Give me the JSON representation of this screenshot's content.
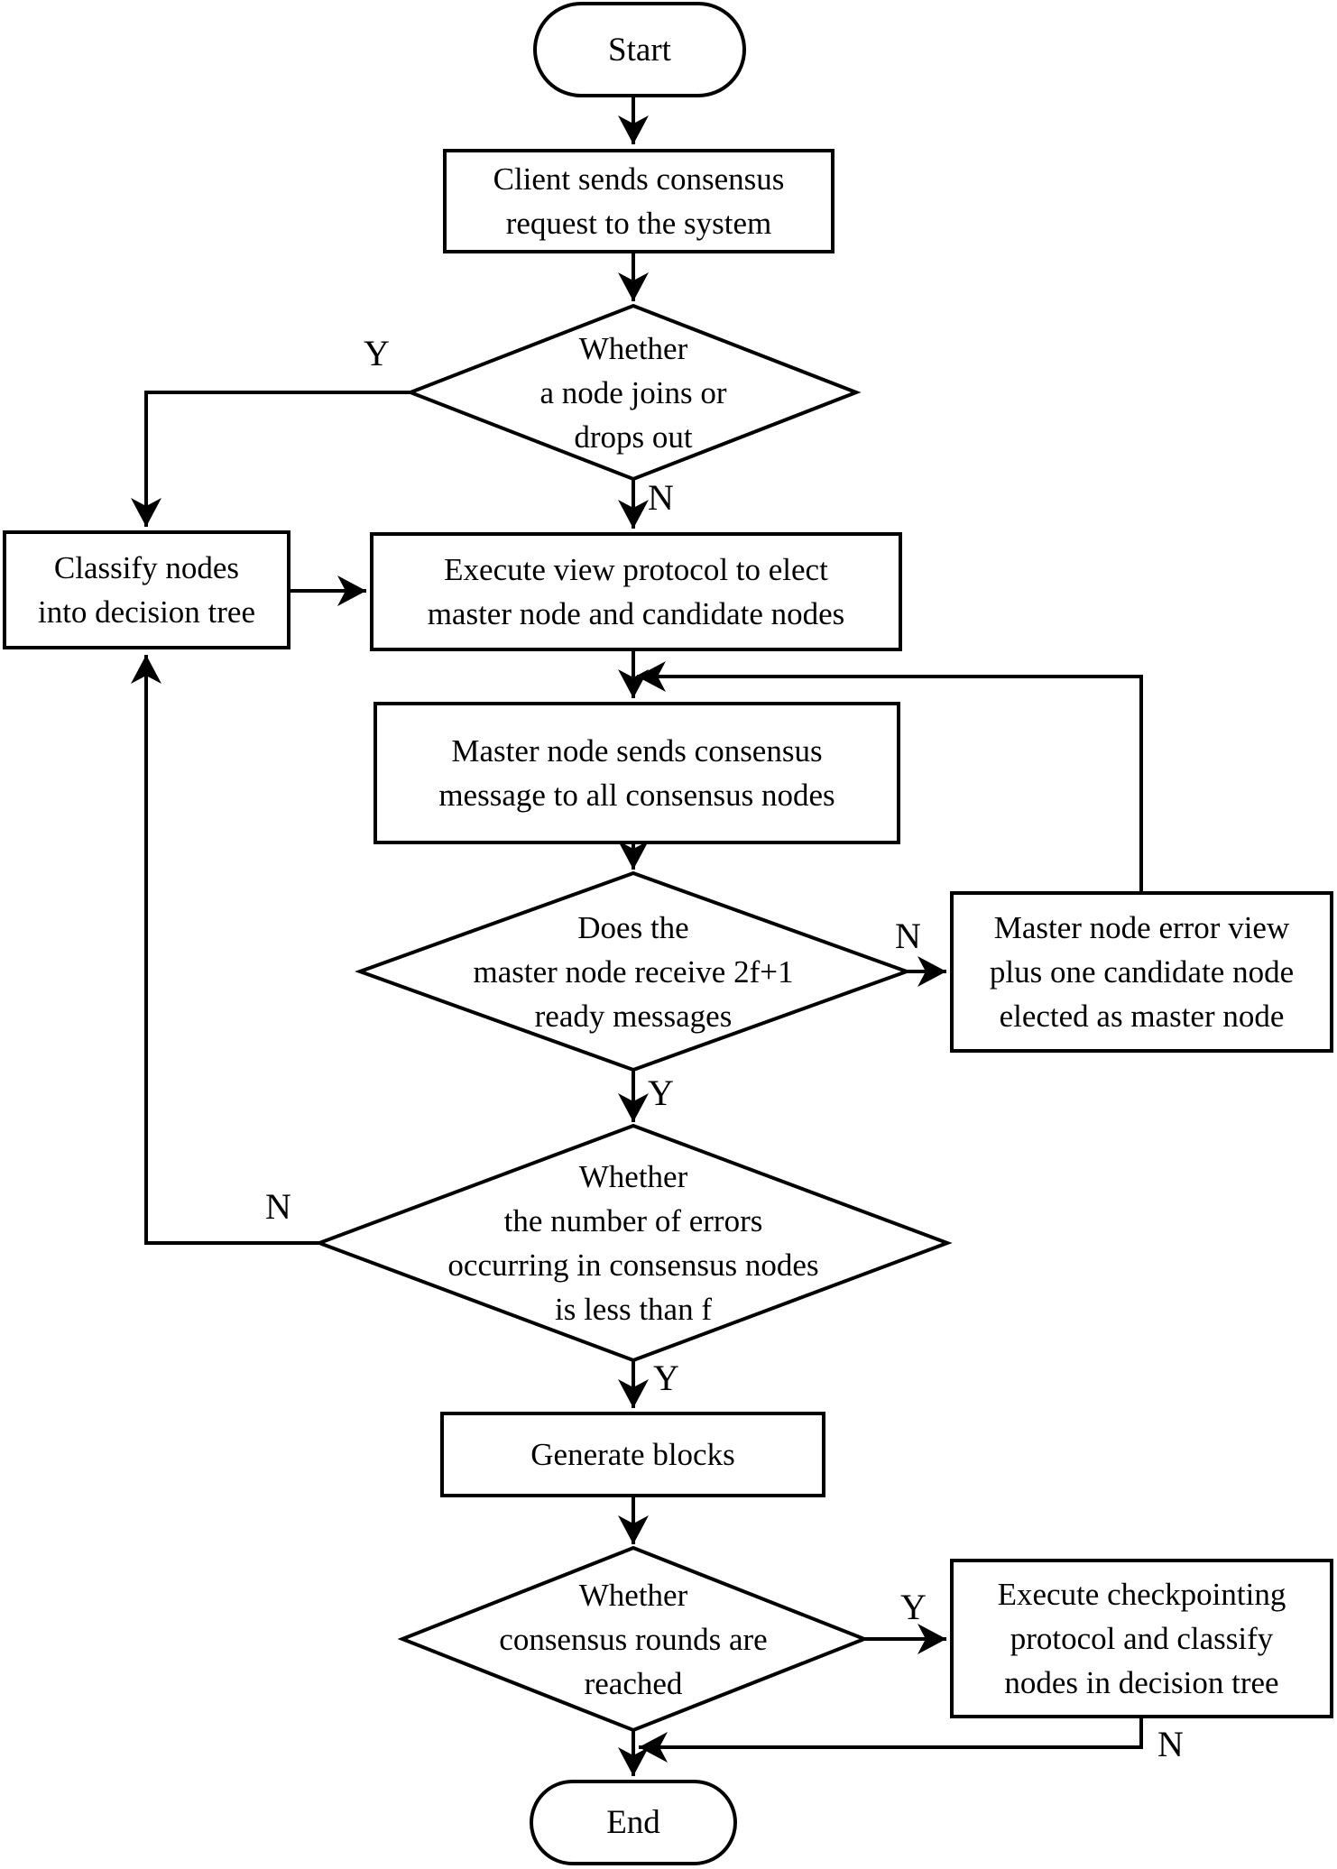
{
  "diagram": {
    "type": "flowchart",
    "topic": "Consensus protocol flow"
  },
  "colors": {
    "line": "#000000",
    "background": "#ffffff",
    "node_fill": "#ffffff"
  },
  "nodes": {
    "start": {
      "shape": "terminator",
      "label": "Start"
    },
    "client_request": {
      "shape": "process",
      "label": "Client sends consensus\nrequest to the system"
    },
    "node_join_decision": {
      "shape": "decision",
      "label": "Whether\na node joins or\ndrops out"
    },
    "classify_nodes": {
      "shape": "process",
      "label": "Classify nodes\ninto decision tree"
    },
    "execute_view_protocol": {
      "shape": "process",
      "label": "Execute view protocol to elect\nmaster node and candidate nodes"
    },
    "master_sends_message": {
      "shape": "process",
      "label": "Master node sends consensus\nmessage to all consensus nodes"
    },
    "ready_messages_decision": {
      "shape": "decision",
      "label": "Does the\nmaster node receive 2f+1\nready messages"
    },
    "master_error_view": {
      "shape": "process",
      "label": "Master node error view\nplus one candidate node\nelected as master node"
    },
    "error_count_decision": {
      "shape": "decision",
      "label": "Whether\nthe number of errors\noccurring in consensus nodes\nis less than f"
    },
    "generate_blocks": {
      "shape": "process",
      "label": "Generate blocks"
    },
    "consensus_rounds_decision": {
      "shape": "decision",
      "label": "Whether\nconsensus rounds are\nreached"
    },
    "execute_checkpointing": {
      "shape": "process",
      "label": "Execute checkpointing\nprotocol and classify\nnodes in decision tree"
    },
    "end": {
      "shape": "terminator",
      "label": "End"
    }
  },
  "edge_labels": {
    "join_yes": "Y",
    "join_no": "N",
    "ready_no": "N",
    "ready_yes": "Y",
    "errors_no": "N",
    "errors_yes": "Y",
    "rounds_yes": "Y",
    "rounds_no": "N"
  }
}
